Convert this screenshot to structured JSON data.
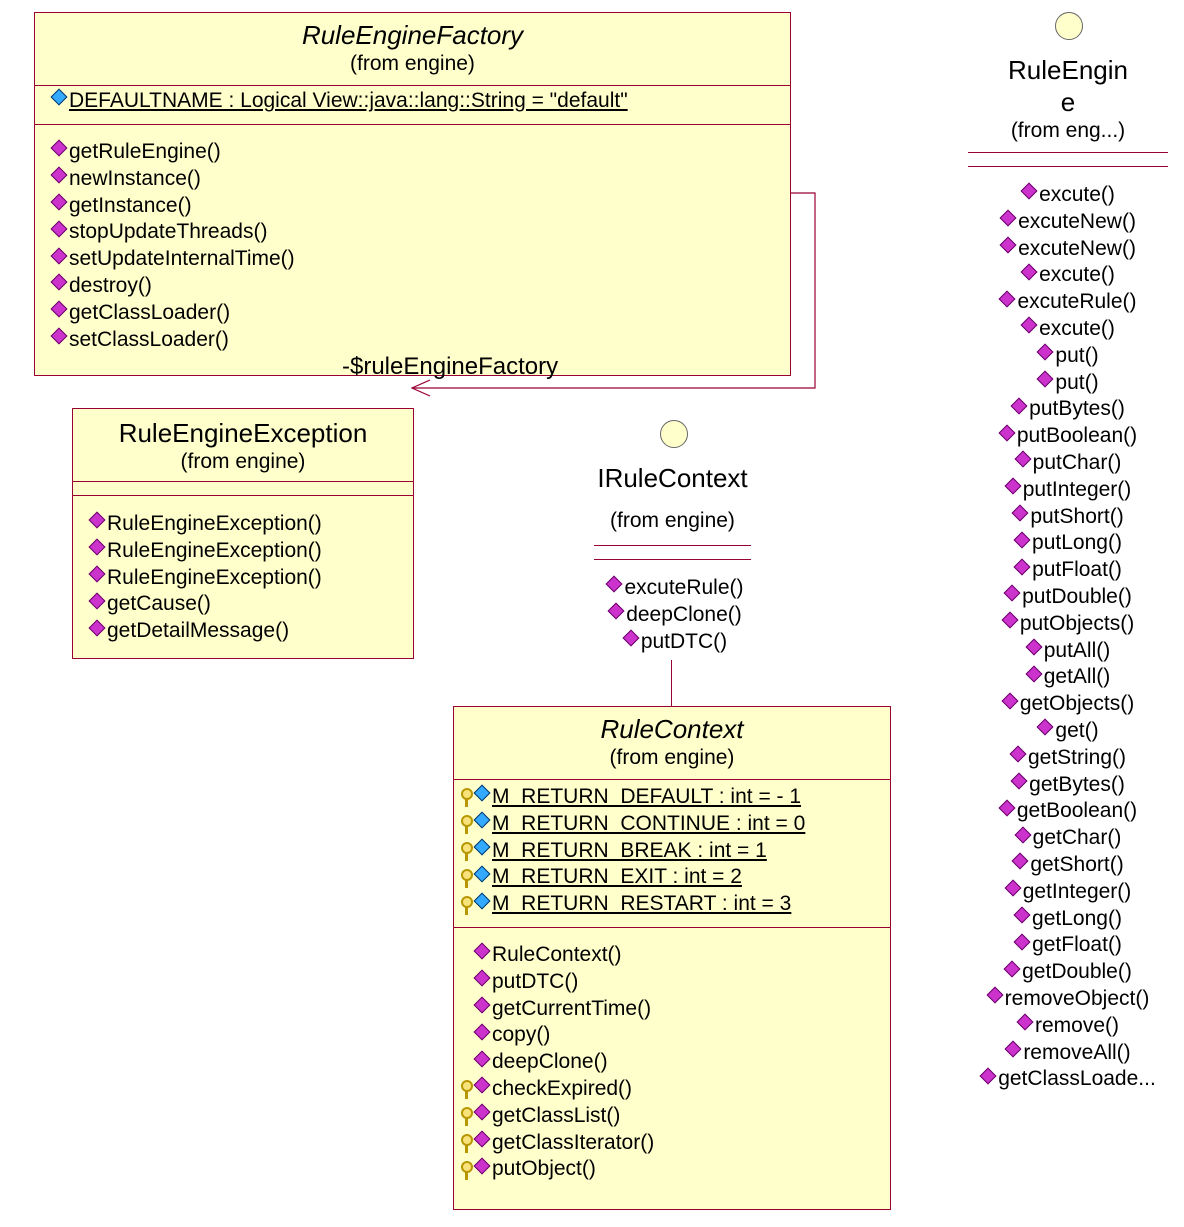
{
  "rule_engine_factory": {
    "title": "RuleEngineFactory",
    "from": "(from engine)",
    "attribute": "DEFAULTNAME : Logical View::java::lang::String = \"default\"",
    "operations": [
      "getRuleEngine()",
      "newInstance()",
      "getInstance()",
      "stopUpdateThreads()",
      "setUpdateInternalTime()",
      "destroy()",
      "getClassLoader()",
      "setClassLoader()"
    ]
  },
  "association_label": "-$ruleEngineFactory",
  "rule_engine_exception": {
    "title": "RuleEngineException",
    "from": "(from engine)",
    "operations": [
      "RuleEngineException()",
      "RuleEngineException()",
      "RuleEngineException()",
      "getCause()",
      "getDetailMessage()"
    ]
  },
  "irule_context": {
    "title": "IRuleContext",
    "from": "(from engine)",
    "operations": [
      "excuteRule()",
      "deepClone()",
      "putDTC()"
    ]
  },
  "rule_context": {
    "title": "RuleContext",
    "from": "(from engine)",
    "attributes": [
      "M_RETURN_DEFAULT : int = - 1",
      "M_RETURN_CONTINUE : int = 0",
      "M_RETURN_BREAK : int = 1",
      "M_RETURN_EXIT : int = 2",
      "M_RETURN_RESTART : int = 3"
    ],
    "operations": [
      "RuleContext()",
      "putDTC()",
      "getCurrentTime()",
      "copy()",
      "deepClone()",
      "checkExpired()",
      "getClassList()",
      "getClassIterator()",
      "putObject()"
    ]
  },
  "rule_engine": {
    "title_line1": "RuleEngin",
    "title_line2": "e",
    "from": "(from eng...)",
    "operations": [
      "excute()",
      "excuteNew()",
      "excuteNew()",
      "excute()",
      "excuteRule()",
      "excute()",
      "put()",
      "put()",
      "putBytes()",
      "putBoolean()",
      "putChar()",
      "putInteger()",
      "putShort()",
      "putLong()",
      "putFloat()",
      "putDouble()",
      "putObjects()",
      "putAll()",
      "getAll()",
      "getObjects()",
      "get()",
      "getString()",
      "getBytes()",
      "getBoolean()",
      "getChar()",
      "getShort()",
      "getInteger()",
      "getLong()",
      "getFloat()",
      "getDouble()",
      "removeObject()",
      "remove()",
      "removeAll()",
      "getClassLoade..."
    ]
  }
}
